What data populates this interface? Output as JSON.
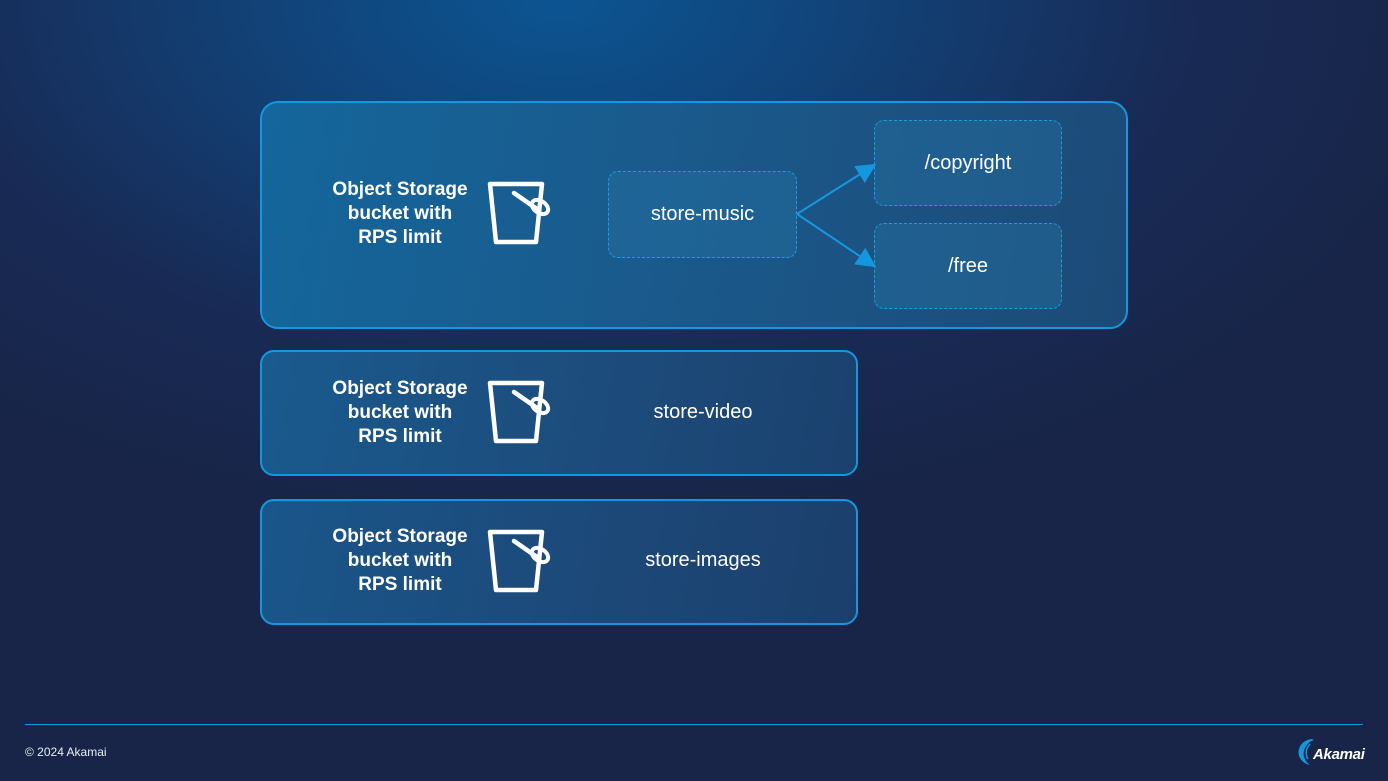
{
  "bucket_label": [
    "Object Storage",
    "bucket with",
    "RPS limit"
  ],
  "buckets": [
    {
      "name": "store-music",
      "paths": [
        "/copyright",
        "/free"
      ]
    },
    {
      "name": "store-video"
    },
    {
      "name": "store-images"
    }
  ],
  "footer": {
    "copyright": "© 2024 Akamai",
    "logo_text": "Akamai"
  },
  "colors": {
    "accent": "#1597e0",
    "background": "#182a55"
  },
  "icons": [
    "bucket-icon",
    "arrow-icon",
    "akamai-logo"
  ]
}
